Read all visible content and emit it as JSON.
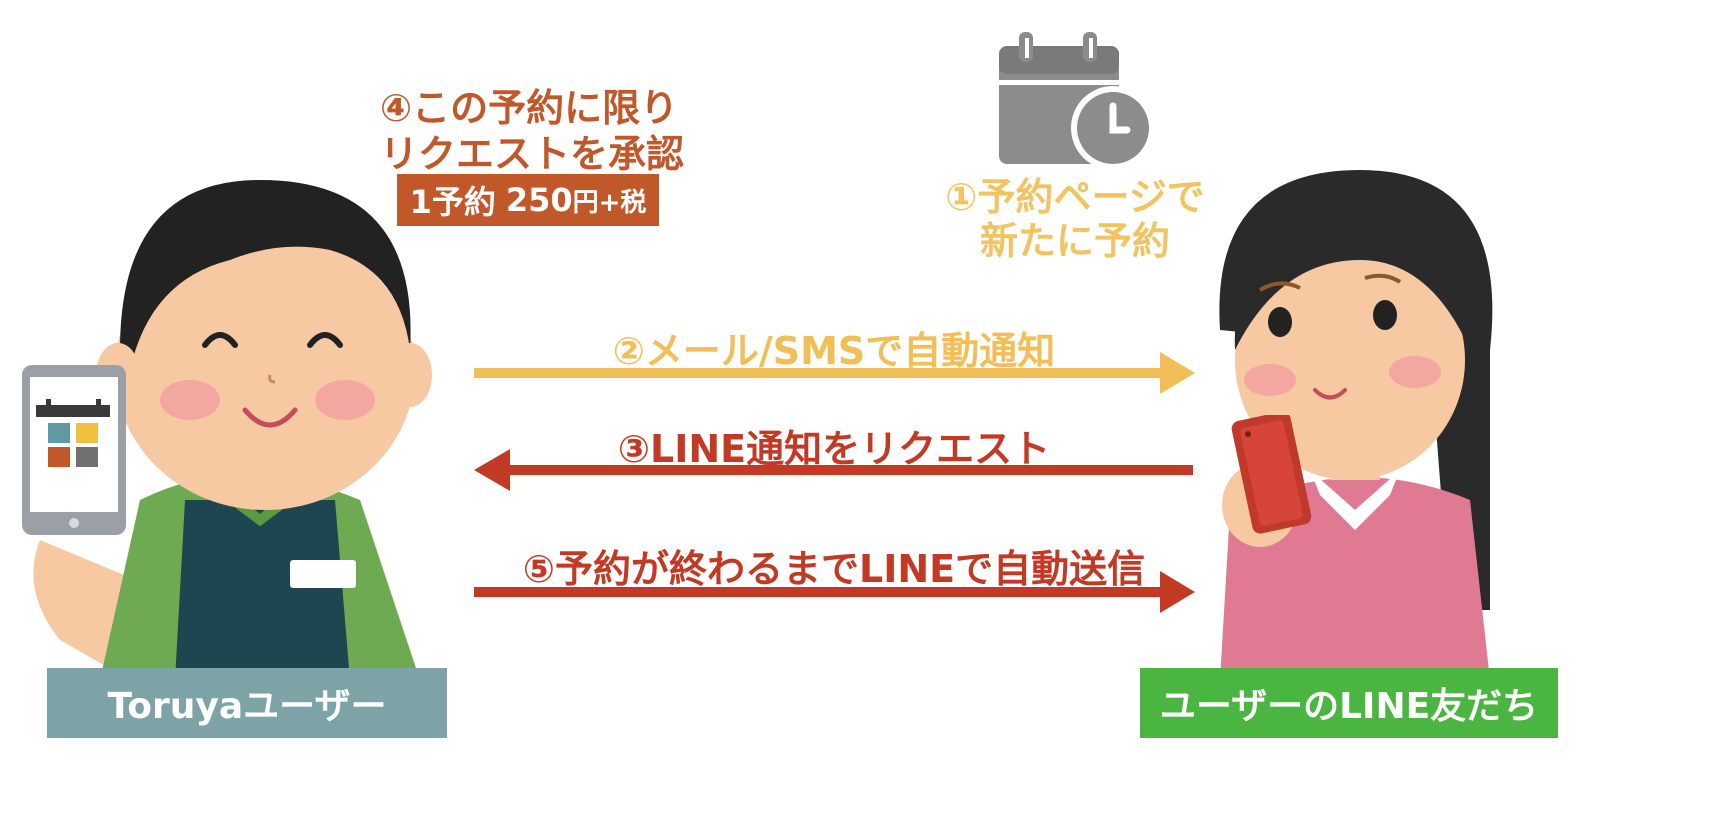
{
  "colors": {
    "step1": "#f2c361",
    "step2": "#f2be57",
    "step3": "#c23a24",
    "step4": "#c0582a",
    "step5": "#c23a24",
    "price_bg": "#c0582a",
    "toruya_box": "#7da3a6",
    "line_box": "#4ab541",
    "icon_gray": "#8c8c8c"
  },
  "icons": {
    "calendar": "calendar-clock-icon",
    "phone_left": "smartphone-calendar-icon",
    "phone_right": "smartphone-icon"
  },
  "steps": {
    "step1_line1": "①予約ページで",
    "step1_line2": "新たに予約",
    "step2": "②メール/SMSで自動通知",
    "step3": "③LINE通知をリクエスト",
    "step4_line1": "④この予約に限り",
    "step4_line2": "リクエストを承認",
    "step5": "⑤予約が終わるまでLINEで自動送信"
  },
  "price": {
    "count": "1予約",
    "amount": "250",
    "unit": "円+税"
  },
  "actors": {
    "left_label": "Toruyaユーザー",
    "right_label": "ユーザーのLINE友だち"
  }
}
